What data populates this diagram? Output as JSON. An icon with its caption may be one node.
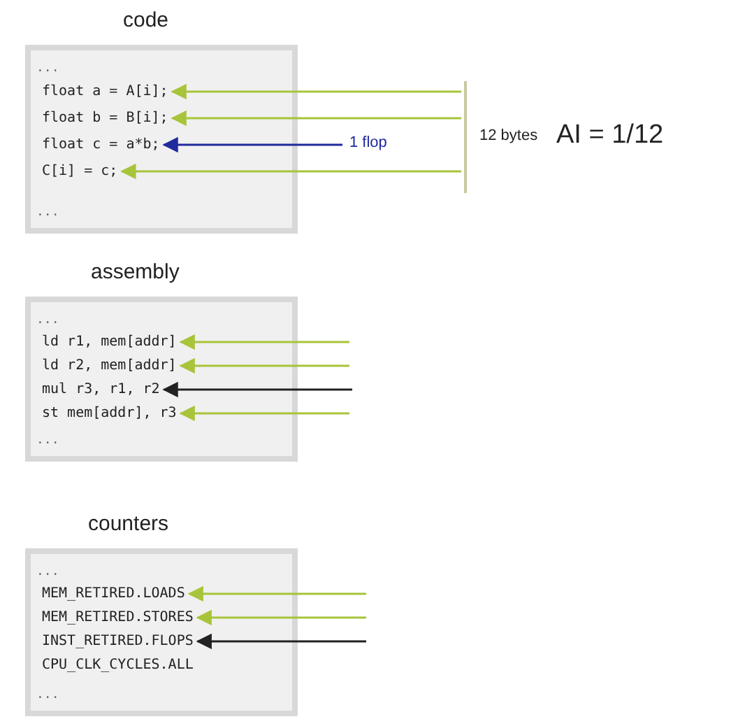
{
  "diagram": {
    "nodes": [
      {
        "text": [
          "code",
          "...",
          "..."
        ]
      },
      {
        "text": [
          "float a = A[i];"
        ],
        "in": 0
      },
      {
        "text": [
          "float b = B[i];"
        ],
        "in": 0
      },
      {
        "text": [
          "float c = a*b;"
        ],
        "in": 0
      },
      {
        "text": [
          "C[i] = c;"
        ],
        "in": 0
      },
      {
        "text": [
          "assembly",
          "...",
          "..."
        ]
      },
      {
        "text": [
          "ld r1, mem[addr]"
        ],
        "in": 5
      },
      {
        "text": [
          "ld r2, mem[addr]"
        ],
        "in": 5
      },
      {
        "text": [
          "mul r3, r1, r2"
        ],
        "in": 5
      },
      {
        "text": [
          "st mem[addr], r3"
        ],
        "in": 5
      },
      {
        "text": [
          "counters",
          "...",
          "..."
        ]
      },
      {
        "text": [
          "MEM_RETIRED.LOADS"
        ],
        "in": 10
      },
      {
        "text": [
          "MEM_RETIRED.STORES"
        ],
        "in": 10
      },
      {
        "text": [
          "INST_RETIRED.FLOPS"
        ],
        "in": 10
      },
      {
        "text": [
          "CPU_CLK_CYCLES.ALL"
        ],
        "in": 10
      }
    ],
    "edges": [
      {
        "from": null,
        "to": 1,
        "arrow": "to"
      },
      {
        "from": null,
        "to": 2,
        "arrow": "to"
      },
      {
        "from": null,
        "to": 3,
        "arrow": "to",
        "label": "1 flop",
        "color": "#1f2a9c"
      },
      {
        "from": null,
        "to": 4,
        "arrow": "to"
      },
      {
        "from": null,
        "to": 6,
        "arrow": "to"
      },
      {
        "from": null,
        "to": 7,
        "arrow": "to"
      },
      {
        "from": null,
        "to": 8,
        "arrow": "to",
        "color": "#222222"
      },
      {
        "from": null,
        "to": 9,
        "arrow": "to"
      },
      {
        "from": null,
        "to": 11,
        "arrow": "to"
      },
      {
        "from": null,
        "to": 12,
        "arrow": "to"
      },
      {
        "from": null,
        "to": 13,
        "arrow": "to",
        "color": "#222222"
      }
    ],
    "labels": [
      "12 bytes",
      "AI = 1/12"
    ]
  }
}
